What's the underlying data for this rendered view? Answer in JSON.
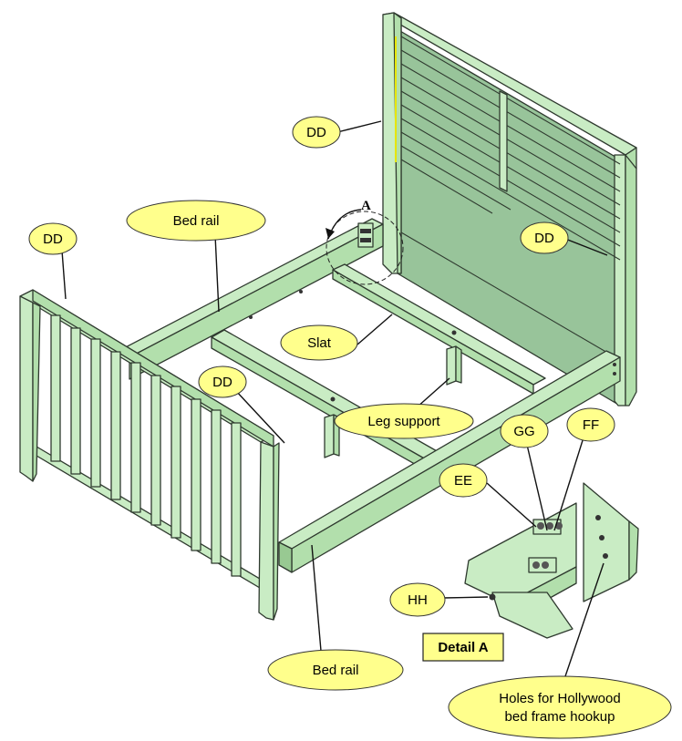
{
  "labels": {
    "dd_headboard": "DD",
    "dd_footboard": "DD",
    "dd_right": "DD",
    "dd_middle": "DD",
    "bed_rail_top": "Bed rail",
    "bed_rail_bottom": "Bed rail",
    "slat": "Slat",
    "leg_support": "Leg support",
    "gg": "GG",
    "ff": "FF",
    "ee": "EE",
    "hh": "HH",
    "detail_a": "Detail A",
    "detail_marker": "A",
    "holes_line1": "Holes for Hollywood",
    "holes_line2": "bed frame hookup"
  },
  "colors": {
    "wood_light": "#c9ecc4",
    "wood_mid": "#b2dfac",
    "wood_dark": "#98c992",
    "callout": "#ffff8c"
  }
}
